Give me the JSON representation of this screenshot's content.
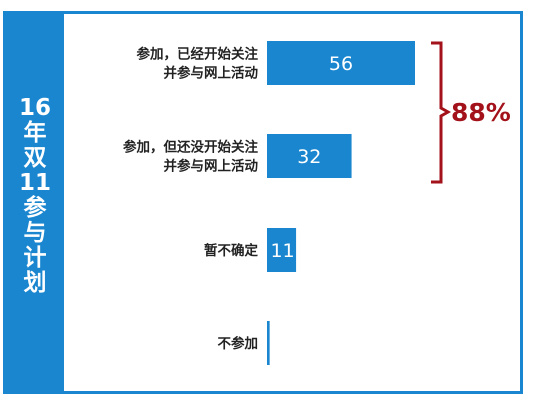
{
  "panel": {
    "side_title_chars": [
      "16",
      "年",
      "双",
      "11",
      "参",
      "与",
      "计",
      "划"
    ]
  },
  "chart_data": {
    "type": "bar",
    "orientation": "horizontal",
    "categories": [
      [
        "参加，已经开始关注",
        "并参与网上活动"
      ],
      [
        "参加，但还没开始关注",
        "并参与网上活动"
      ],
      [
        "暂不确定"
      ],
      [
        "不参加"
      ]
    ],
    "values": [
      56,
      32,
      11,
      1
    ],
    "value_labels": [
      "56",
      "32",
      "11",
      ""
    ],
    "xlim": [
      0,
      60
    ],
    "grid": false,
    "bar_color": "#1a86cf",
    "annotation": {
      "text": "88%",
      "brackets_categories": [
        0,
        1
      ],
      "color": "#a3121a"
    }
  }
}
